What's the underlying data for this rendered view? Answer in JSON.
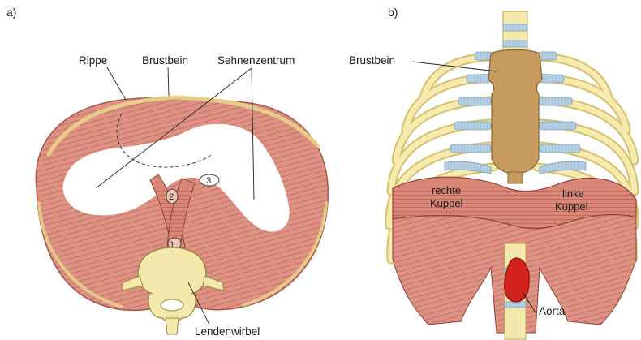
{
  "panel_a": {
    "letter": "a)",
    "labels": {
      "rib": "Rippe",
      "sternum": "Brustbein",
      "central_tendon": "Sehnenzentrum",
      "lumbar_vertebra": "Lendenwirbel"
    },
    "numbers": [
      "1",
      "2",
      "3"
    ]
  },
  "panel_b": {
    "letter": "b)",
    "labels": {
      "sternum": "Brustbein",
      "right_dome_1": "rechte",
      "right_dome_2": "Kuppel",
      "left_dome_1": "linke",
      "left_dome_2": "Kuppel",
      "aorta": "Aorta"
    }
  },
  "colors": {
    "muscle": "#d98a7a",
    "muscle_dark": "#b85f52",
    "tendon": "#ffffff",
    "bone": "#f3e7a3",
    "bone_outline": "#b9a54a",
    "cartilage": "#a9c8df",
    "sternum_b": "#c79a5d",
    "aorta": "#d3221c"
  }
}
